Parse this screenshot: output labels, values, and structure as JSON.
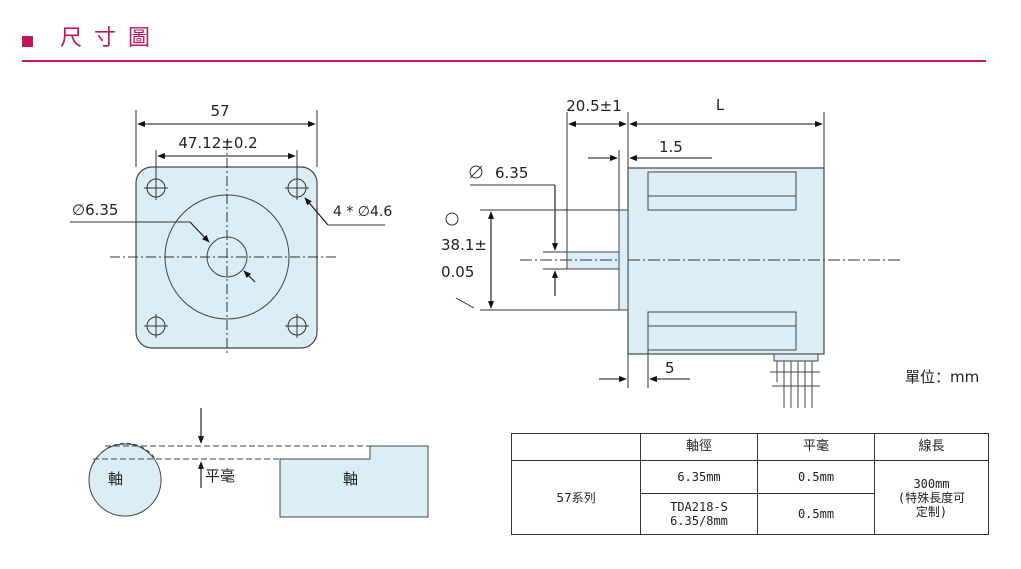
{
  "header": {
    "title": "尺寸圖"
  },
  "front_view": {
    "overall_width": "57",
    "hole_spacing": "47.12±0.2",
    "shaft_diameter": "∅6.35",
    "mounting_holes": "4 * ∅4.6"
  },
  "side_view": {
    "shaft_length": "20.5±1",
    "body_length": "L",
    "shaft_diameter": "6.35",
    "boss_diameter_line1": "38.1±",
    "boss_diameter_line2": "0.05",
    "boss_height": "1.5",
    "flange_thickness": "5"
  },
  "unit": "單位：mm",
  "flat_detail": {
    "shaft_label_left": "軸",
    "flatness_label": "平毫",
    "shaft_label_right": "軸"
  },
  "table": {
    "headers": [
      "",
      "軸徑",
      "平毫",
      "線長"
    ],
    "series": "57系列",
    "rows": [
      {
        "diameter": "6.35mm",
        "flat": "0.5mm"
      },
      {
        "diameter_line1": "TDA218-S",
        "diameter_line2": "6.35/8mm",
        "flat": "0.5mm"
      }
    ],
    "length_line1": "300mm",
    "length_line2": "(特殊長度可",
    "length_line3": "定制)"
  }
}
